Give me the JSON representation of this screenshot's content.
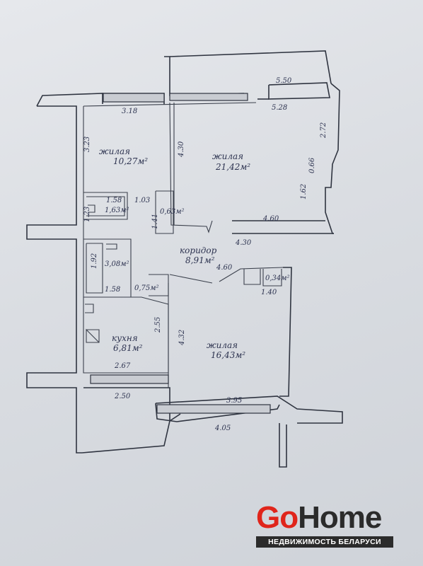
{
  "rooms": {
    "room1": {
      "name": "жилая",
      "area": "10,27м²"
    },
    "room2": {
      "name": "жилая",
      "area": "21,42м²"
    },
    "room3": {
      "name": "жилая",
      "area": "16,43м²"
    },
    "kitchen": {
      "name": "кухня",
      "area": "6,81м²"
    },
    "corridor": {
      "name": "коридор",
      "area": "8,91м²"
    },
    "wc": {
      "area": "1,63м²"
    },
    "bath": {
      "area": "3,08м²"
    },
    "closet1": {
      "area": "0,63м²"
    },
    "closet2": {
      "area": "0,75м²"
    },
    "closet3": {
      "area": "0,34м²"
    }
  },
  "dimensions": {
    "d_550": "5.50",
    "d_318": "3.18",
    "d_528": "5.28",
    "d_323": "3.23",
    "d_430a": "4.30",
    "d_272": "2.72",
    "d_066": "0.66",
    "d_162": "1.62",
    "d_460a": "4.60",
    "d_430b": "4.30",
    "d_158a": "1.58",
    "d_103": "1.03",
    "d_123": "1.23",
    "d_141": "1.41",
    "d_192": "1.92",
    "d_158b": "1.58",
    "d_460b": "4.60",
    "d_140": "1.40",
    "d_255": "2.55",
    "d_432": "4.32",
    "d_267": "2.67",
    "d_250": "2.50",
    "d_395": "3.95",
    "d_405": "4.05"
  },
  "logo": {
    "go": "Go",
    "home": "Home",
    "tagline": "НЕДВИЖИМОСТЬ БЕЛАРУСИ"
  }
}
